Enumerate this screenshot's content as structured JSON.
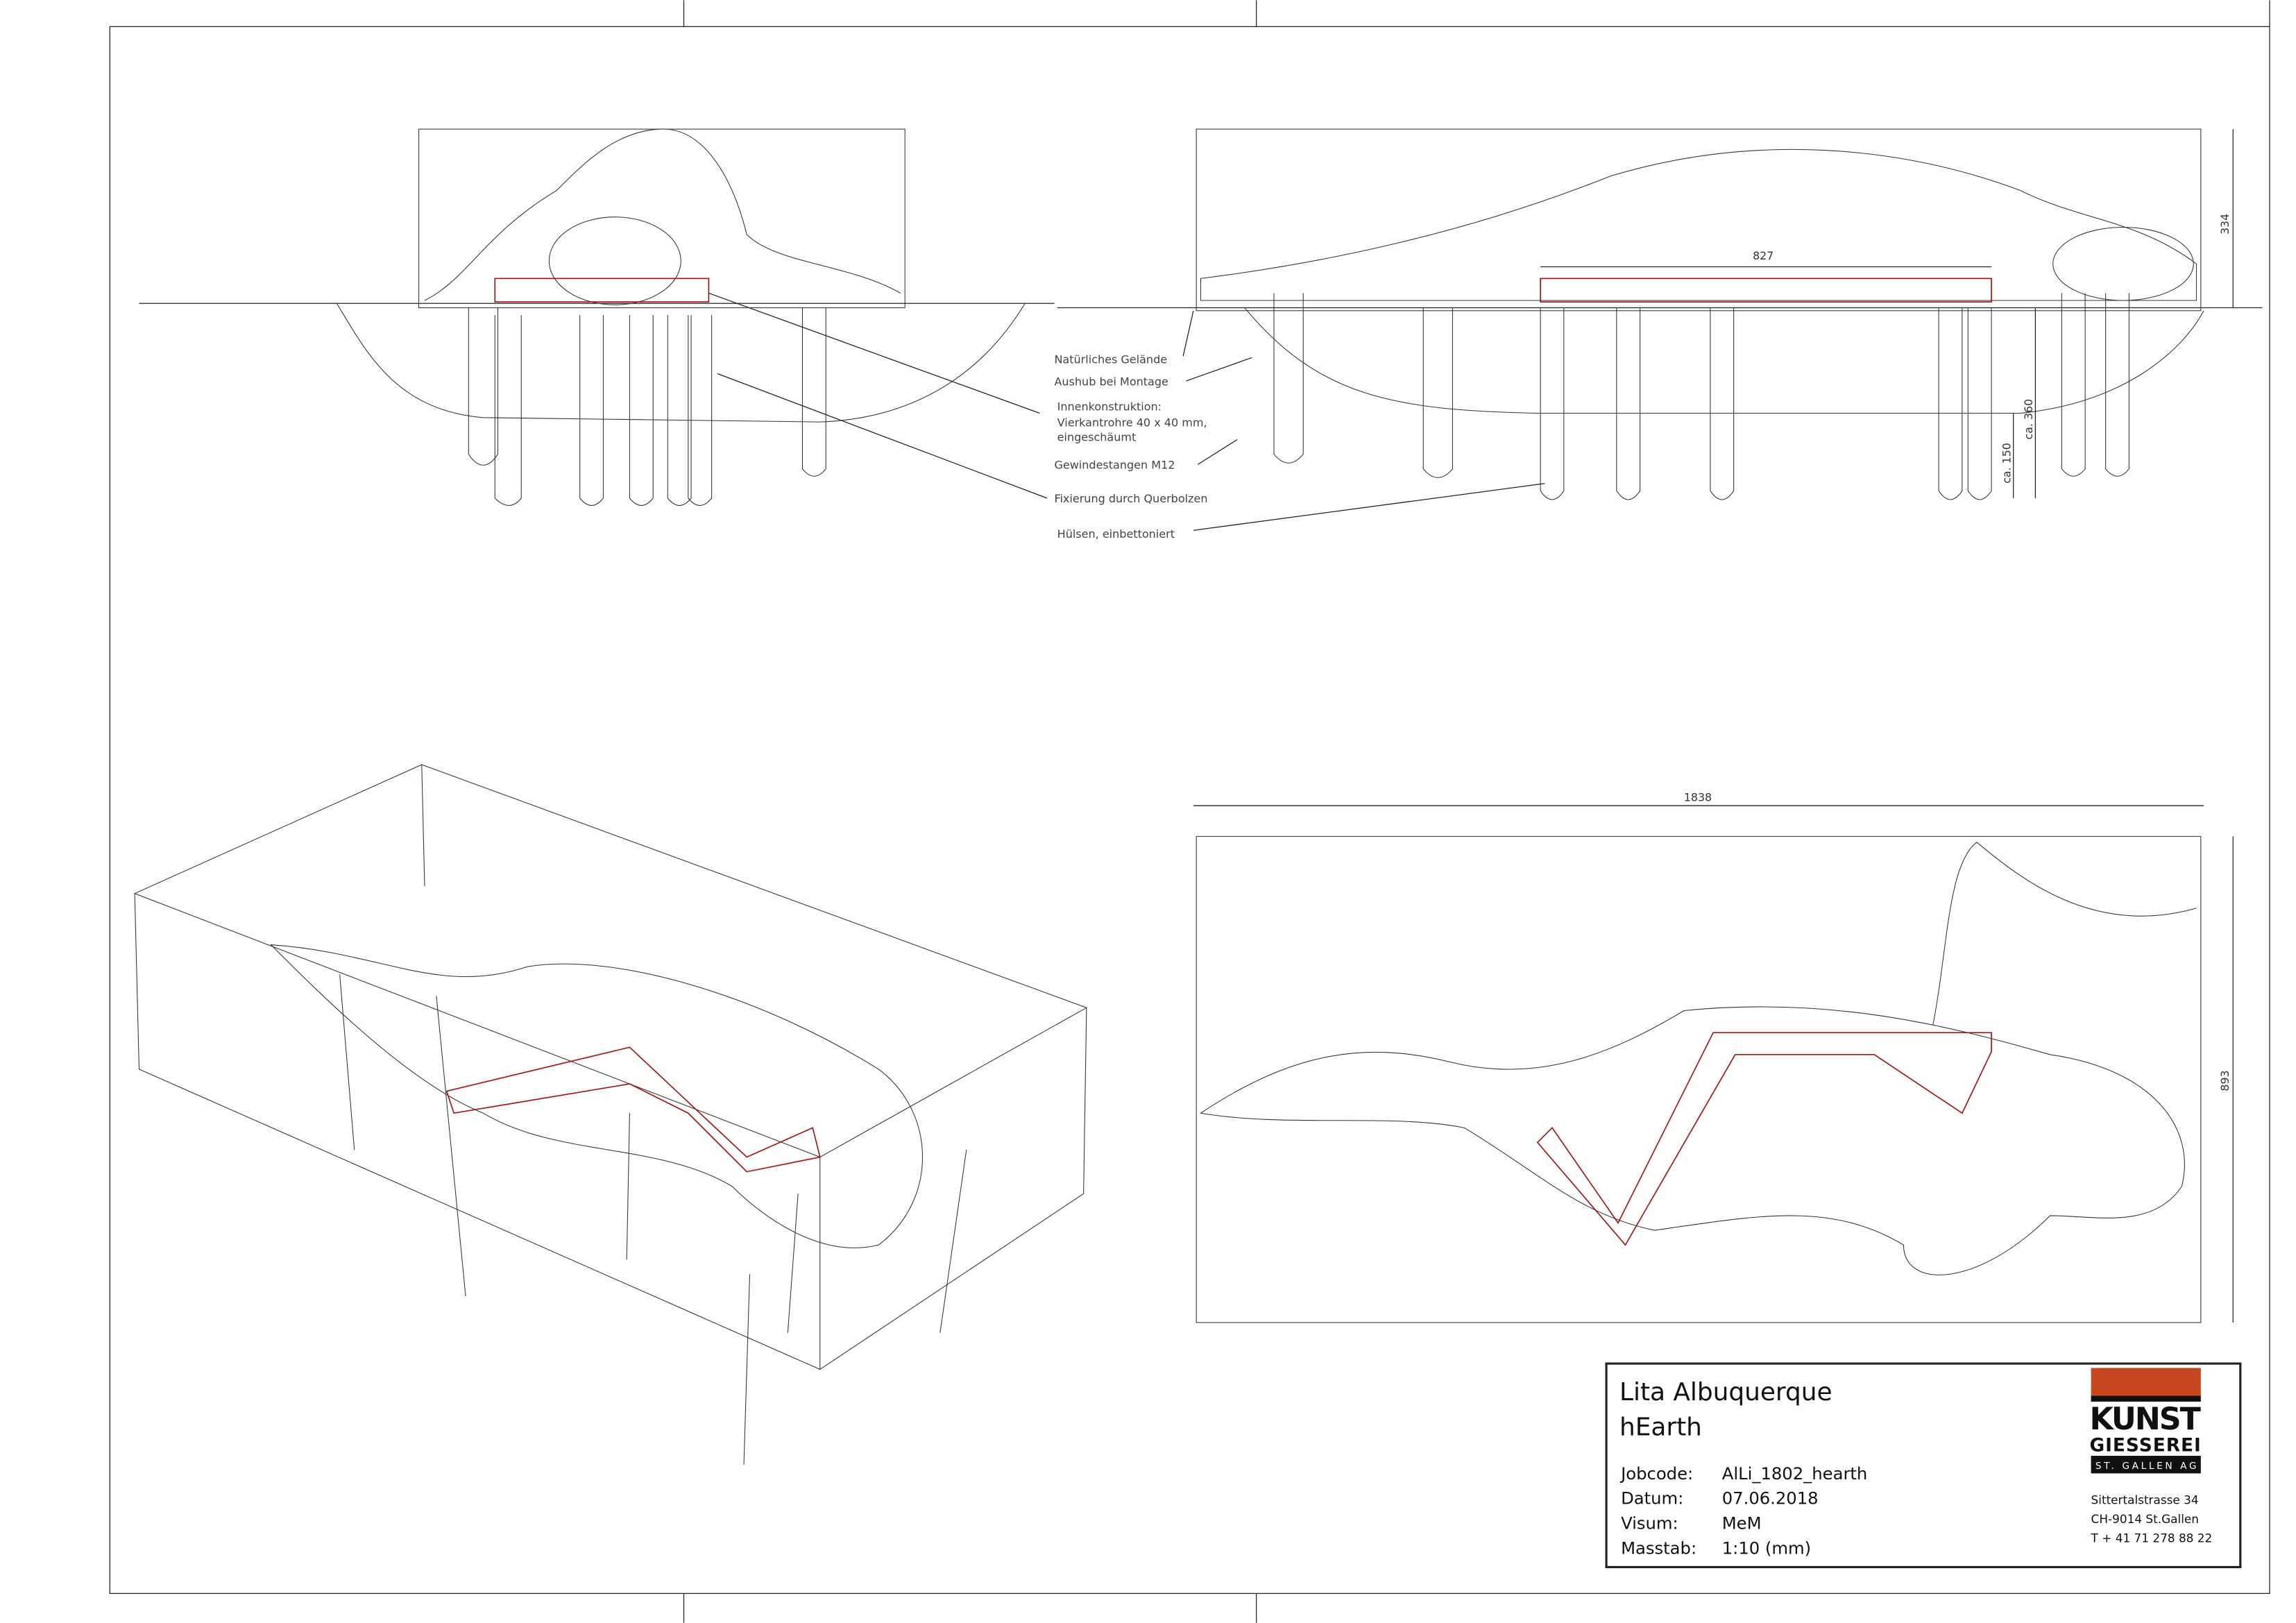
{
  "annotations": {
    "natural_terrain": "Natürliches Gelände",
    "excavation": "Aushub bei Montage",
    "inner_construction_1": "Innenkonstruktion:",
    "inner_construction_2": "Vierkantrohre 40 x 40 mm,",
    "inner_construction_3": "eingeschäumt",
    "threaded_rods": "Gewindestangen M12",
    "fixation": "Fixierung durch Querbolzen",
    "sleeves": "Hülsen, einbettoniert"
  },
  "dimensions": {
    "frame_length": "827",
    "height": "334",
    "depth_total": "ca. 360",
    "depth_sleeve": "ca. 150",
    "overall_length": "1838",
    "overall_width": "893"
  },
  "title_block": {
    "artist": "Lita Albuquerque",
    "work": "hEarth",
    "rows": [
      {
        "label": "Jobcode:",
        "value": "AlLi_1802_hearth"
      },
      {
        "label": "Datum:",
        "value": "07.06.2018"
      },
      {
        "label": "Visum:",
        "value": "MeM"
      },
      {
        "label": "Masstab:",
        "value": "1:10 (mm)"
      }
    ],
    "logo": {
      "line1": "KUNST",
      "line2": "GIESSEREI",
      "line3": "ST. GALLEN AG"
    },
    "address": [
      "Sittertalstrasse 34",
      "CH-9014 St.Gallen",
      "T + 41 71 278 88 22"
    ]
  },
  "colors": {
    "brand": "#c9471f",
    "frame_red": "#a01818"
  }
}
